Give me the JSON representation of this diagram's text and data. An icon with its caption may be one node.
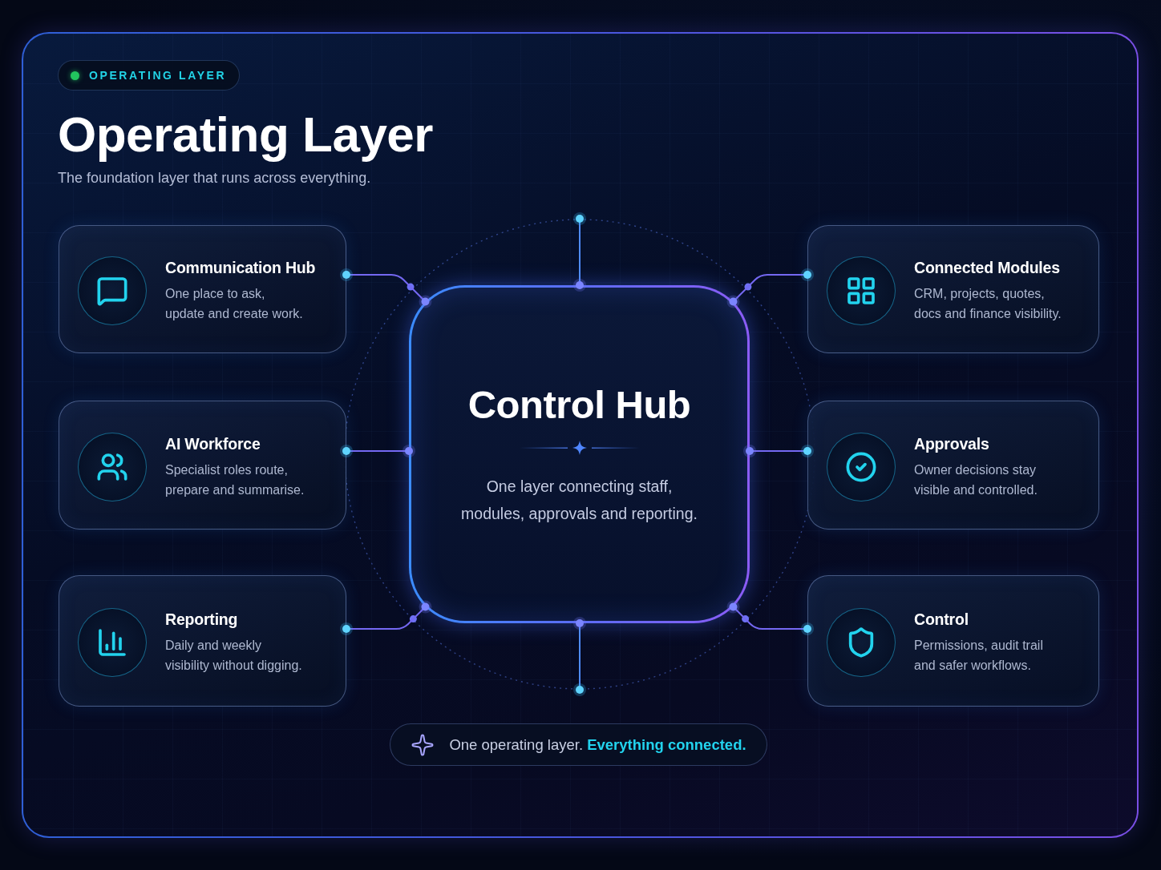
{
  "diagram": {
    "title": "Operating Layer",
    "nodes": [
      {
        "text": [
          "OPERATING LAYER"
        ]
      },
      {
        "text": [
          "Communication Hub",
          "One place to ask, update and create work."
        ]
      },
      {
        "text": [
          "AI Workforce",
          "Specialist roles route, prepare and summarise."
        ]
      },
      {
        "text": [
          "Reporting",
          "Daily and weekly visibility without digging."
        ]
      },
      {
        "text": [
          "Control Hub",
          "One layer connecting staff, modules, approvals and reporting."
        ]
      },
      {
        "text": [
          "Connected Modules",
          "CRM, projects, quotes, docs and finance visibility."
        ]
      },
      {
        "text": [
          "Approvals",
          "Owner decisions stay visible and controlled."
        ]
      },
      {
        "text": [
          "Control",
          "Permissions, audit trail and safer workflows."
        ]
      },
      {
        "text": [
          "One operating layer. **Everything connected.**"
        ]
      }
    ],
    "edges": [
      {
        "from": 1,
        "to": 4,
        "arrow": "other"
      },
      {
        "from": 2,
        "to": 4,
        "arrow": "other"
      },
      {
        "from": 3,
        "to": 4,
        "arrow": "other"
      },
      {
        "from": 5,
        "to": 4,
        "arrow": "other"
      },
      {
        "from": 6,
        "to": 4,
        "arrow": "other"
      },
      {
        "from": 7,
        "to": 4,
        "arrow": "other"
      },
      {
        "from": null,
        "to": 4,
        "arrow": "other",
        "color": "#4f8cff"
      },
      {
        "from": null,
        "to": 4,
        "arrow": "other",
        "color": "#4f8cff"
      }
    ],
    "labels": [
      "The foundation layer that runs across everything."
    ]
  }
}
